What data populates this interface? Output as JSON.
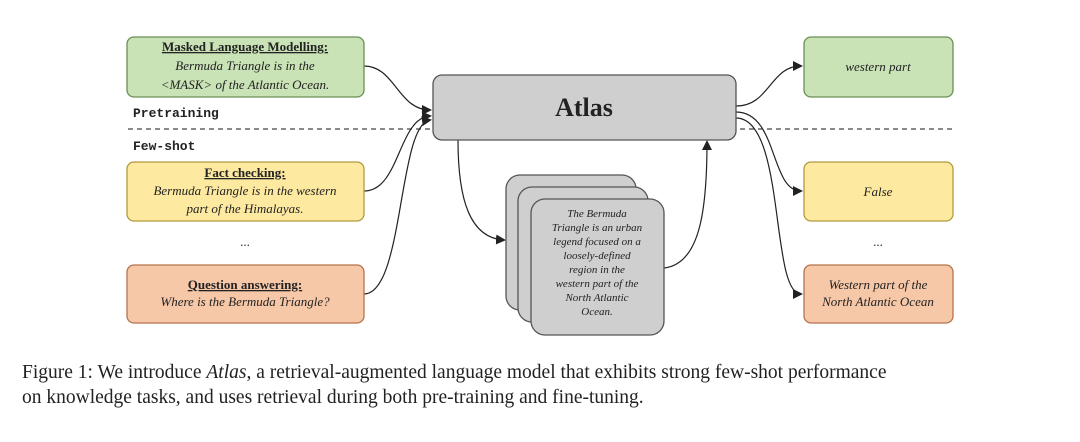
{
  "inputs": {
    "mlm": {
      "title": "Masked Language Modelling:",
      "line1": "Bermuda Triangle is in the",
      "line2": "<MASK> of the Atlantic Ocean."
    },
    "fact": {
      "title": "Fact checking:",
      "line1": "Bermuda Triangle is in the western",
      "line2": "part of the Himalayas."
    },
    "ellipsis": "...",
    "qa": {
      "title": "Question answering:",
      "line1": "Where is the Bermuda Triangle?"
    }
  },
  "labels": {
    "pretraining": "Pretraining",
    "fewshot": "Few-shot"
  },
  "atlas": {
    "title": "Atlas"
  },
  "document": {
    "lines": [
      "The Bermuda",
      "Triangle is an urban",
      "legend focused on a",
      "loosely-defined",
      "region in the",
      "western part of the",
      "North Atlantic",
      "Ocean."
    ]
  },
  "outputs": {
    "o1": "western part",
    "o2": "False",
    "ellipsis": "...",
    "o3_line1": "Western part of the",
    "o3_line2": "North Atlantic Ocean"
  },
  "caption": {
    "prefix": "Figure 1: We introduce ",
    "name": "Atlas",
    "rest_line1": ", a retrieval-augmented language model that exhibits strong few-shot performance",
    "line2": "on knowledge tasks, and uses retrieval during both pre-training and fine-tuning."
  },
  "colors": {
    "green_fill": "#c9e3b6",
    "green_stroke": "#6a8f55",
    "yellow_fill": "#fdeaa0",
    "yellow_stroke": "#b39a3d",
    "orange_fill": "#f7c8a8",
    "orange_stroke": "#b4734e",
    "gray_fill": "#cfcfcf",
    "gray_stroke": "#555555"
  }
}
